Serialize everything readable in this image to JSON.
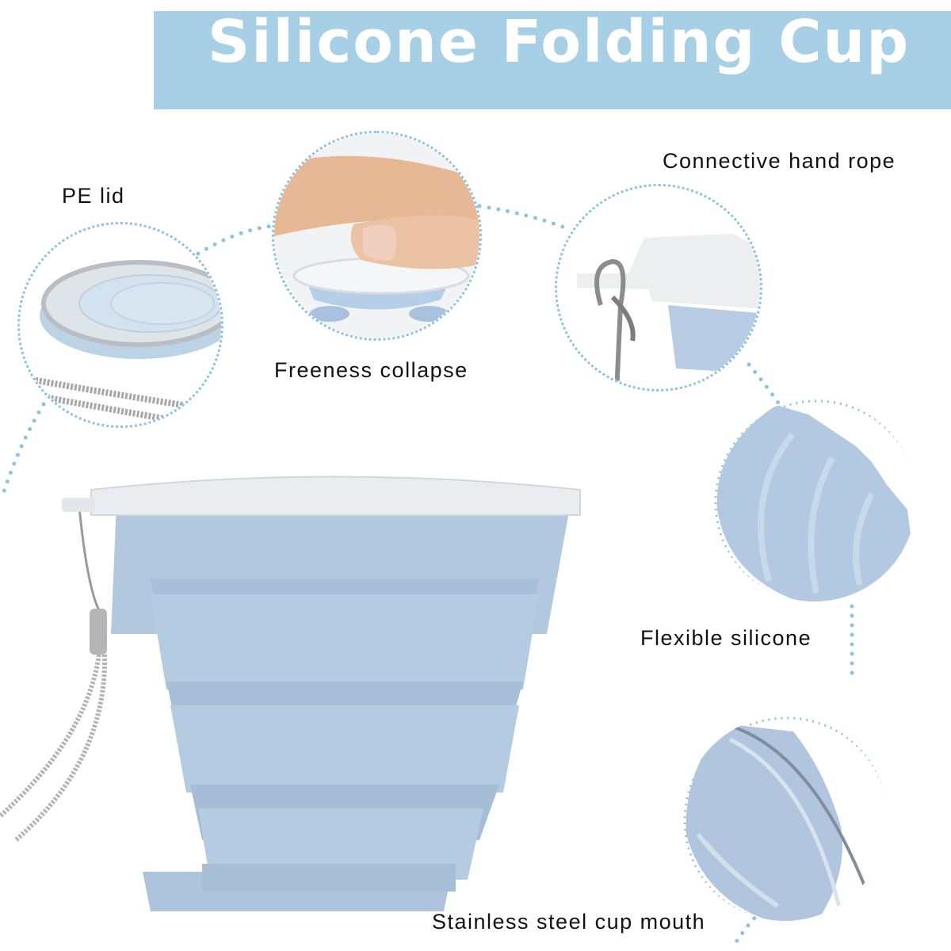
{
  "header": {
    "title": "Silicone Folding Cup",
    "banner_color": "#a7d0e6"
  },
  "features": [
    {
      "label": "PE lid",
      "icon": "lid-detail"
    },
    {
      "label": "Freeness collapse",
      "icon": "collapse-detail"
    },
    {
      "label": "Connective hand rope",
      "icon": "rope-detail"
    },
    {
      "label": "Flexible silicone",
      "icon": "silicone-detail"
    },
    {
      "label": "Stainless steel cup mouth",
      "icon": "cup-mouth-detail"
    }
  ],
  "colors": {
    "cup": "#b4c8de",
    "cup_shadow": "#9fb6d0",
    "lid": "#eceff2",
    "dots": "#8cc3df"
  }
}
